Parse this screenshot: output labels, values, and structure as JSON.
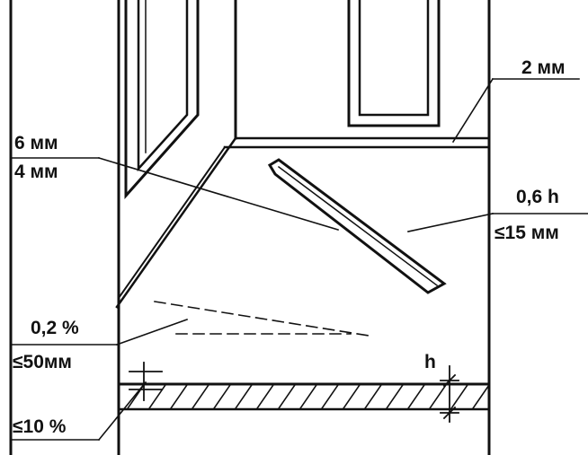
{
  "labels": {
    "joint_top": "2 мм",
    "beam_upper": "6 мм",
    "beam_lower": "4 мм",
    "gap_ratio": "0,6 h",
    "gap_limit": "≤15 мм",
    "slope_ratio": "0,2 %",
    "slope_limit": "≤50мм",
    "level_limit": "≤10 %",
    "height_mark": "h"
  },
  "colors": {
    "ink": "#111111",
    "background": "#ffffff"
  }
}
